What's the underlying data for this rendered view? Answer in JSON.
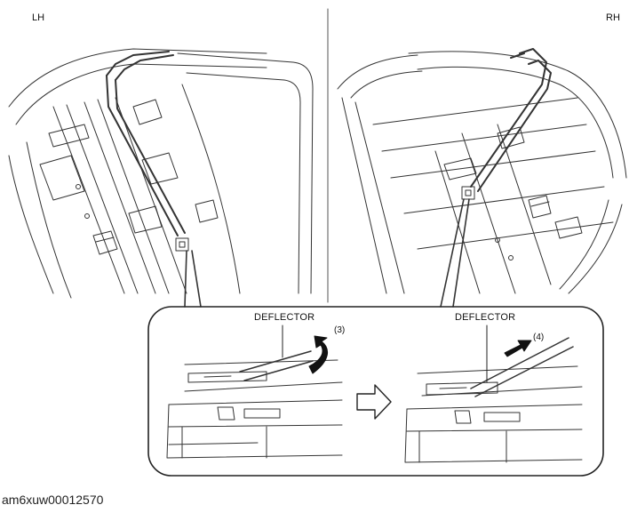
{
  "labels": {
    "left_side": "LH",
    "right_side": "RH",
    "deflector_left": "DEFLECTOR",
    "deflector_right": "DEFLECTOR",
    "step_3": "(3)",
    "step_4": "(4)"
  },
  "figure_id": "am6xuw00012570",
  "colors": {
    "line": "#222222",
    "background": "#ffffff"
  }
}
